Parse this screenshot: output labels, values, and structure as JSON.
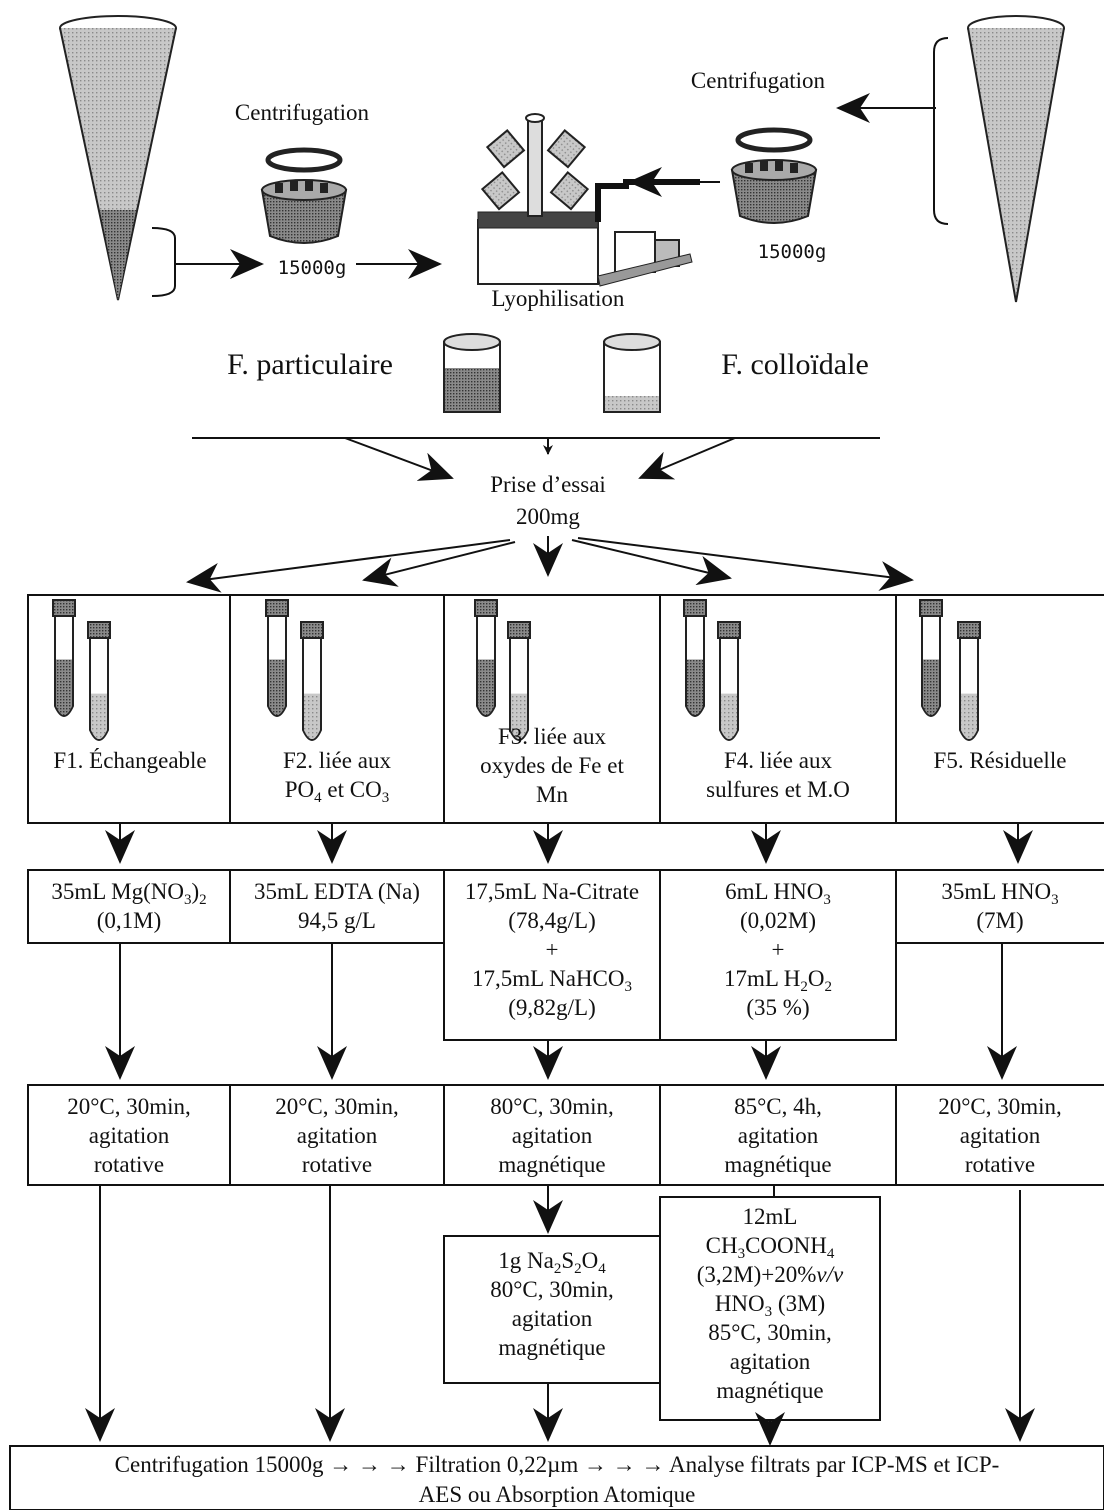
{
  "top": {
    "centrifugation_left": "Centrifugation",
    "centrifugation_right": "Centrifugation",
    "speed_left": "15000g",
    "speed_right": "15000g",
    "lyophilisation": "Lyophilisation",
    "fraction_particulaire": "F. particulaire",
    "fraction_colloidale": "F. colloïdale",
    "prise_essai": "Prise d’essai",
    "prise_mass": "200mg"
  },
  "fractions": [
    {
      "label_html": "F1. Échangeable"
    },
    {
      "label_html": "F2. liée aux<br>PO<sub>4</sub> et CO<sub>3</sub>"
    },
    {
      "label_html": "F3. liée aux<br>oxydes de Fe et<br>Mn"
    },
    {
      "label_html": "F4. liée aux<br>sulfures et M.O"
    },
    {
      "label_html": "F5. Résiduelle"
    }
  ],
  "reagents": [
    {
      "html": "35mL Mg(NO<sub>3</sub>)<sub>2</sub><br>(0,1M)"
    },
    {
      "html": "35mL EDTA (Na)<br>94,5 g/L"
    },
    {
      "html": "17,5mL Na-Citrate<br>(78,4g/L)<br>+<br>17,5mL NaHCO<sub>3</sub><br>(9,82g/L)"
    },
    {
      "html": "6mL HNO<sub>3</sub><br>(0,02M)<br>+<br>17mL H<sub>2</sub>O<sub>2</sub><br>(35 %)"
    },
    {
      "html": "35mL HNO<sub>3</sub><br>(7M)"
    }
  ],
  "conditions": [
    {
      "html": "20°C, 30min,<br>agitation<br>rotative"
    },
    {
      "html": "20°C, 30min,<br>agitation<br>rotative"
    },
    {
      "html": "80°C, 30min,<br>agitation<br>magnétique"
    },
    {
      "html": "85°C, 4h,<br>agitation<br>magnétique"
    },
    {
      "html": "20°C, 30min,<br>agitation<br>rotative"
    }
  ],
  "extra_steps": [
    {
      "html": "1g Na<sub>2</sub>S<sub>2</sub>O<sub>4</sub><br>80°C, 30min,<br>agitation<br>magnétique"
    },
    {
      "html": "12mL<br>CH<sub>3</sub>COONH<sub>4</sub><br>(3,2M)+20%<i>v/v</i><br>HNO<sub>3</sub> (3M)<br>85°C, 30min,<br>agitation<br>magnétique"
    }
  ],
  "final": {
    "line1": "Centrifugation 15000g → → → Filtration 0,22µm → → → Analyse filtrats par ICP-MS et ICP-",
    "line2": "AES ou Absorption Atomique"
  },
  "colors": {
    "line": "#111111",
    "gray_dark": "#555555",
    "gray_mid": "#8a8a8a",
    "gray_light": "#c8c8c8"
  }
}
